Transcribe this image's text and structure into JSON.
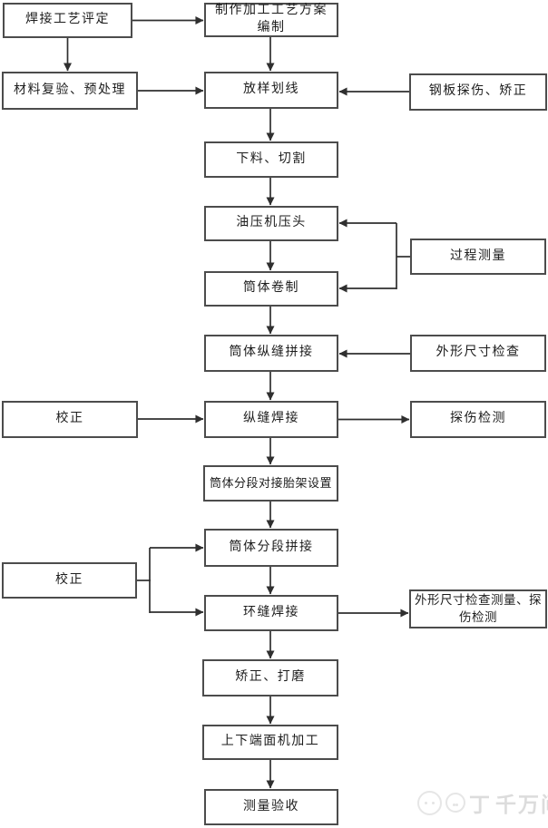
{
  "diagram": {
    "type": "flowchart",
    "language": "zh-CN",
    "background_color": "#ffffff",
    "box_border_color": "#4c4c4c",
    "connector_color": "#2f2f2f",
    "watermark_color": "#d7d7d7"
  },
  "nodes": {
    "weld_qualification": {
      "label": "焊接工艺评定"
    },
    "process_plan": {
      "label": "制作加工工艺方案编制"
    },
    "material_recheck": {
      "label": "材料复验、预处理"
    },
    "lofting_marking": {
      "label": "放样划线"
    },
    "plate_inspection": {
      "label": "钢板探伤、矫正"
    },
    "cutting": {
      "label": "下料、切割"
    },
    "press_head": {
      "label": "油压机压头"
    },
    "process_measurement": {
      "label": "过程测量"
    },
    "shell_rolling": {
      "label": "筒体卷制"
    },
    "long_seam_fitting": {
      "label": "筒体纵缝拼接"
    },
    "dimension_check": {
      "label": "外形尺寸检查"
    },
    "correction_1": {
      "label": "校正"
    },
    "long_seam_welding": {
      "label": "纵缝焊接"
    },
    "flaw_detection": {
      "label": "探伤检测"
    },
    "jig_setup": {
      "label": "筒体分段对接胎架设置"
    },
    "section_fitting": {
      "label": "筒体分段拼接"
    },
    "correction_2": {
      "label": "校正"
    },
    "circ_seam_welding": {
      "label": "环缝焊接"
    },
    "dimension_flaw_check": {
      "label": "外形尺寸检查测量、探伤检测"
    },
    "straighten_grind": {
      "label": "矫正、打磨"
    },
    "end_machining": {
      "label": "上下端面机加工"
    },
    "measurement_acceptance": {
      "label": "测量验收"
    }
  },
  "watermark": {
    "logo_mark": "丁",
    "text": "千万间"
  }
}
